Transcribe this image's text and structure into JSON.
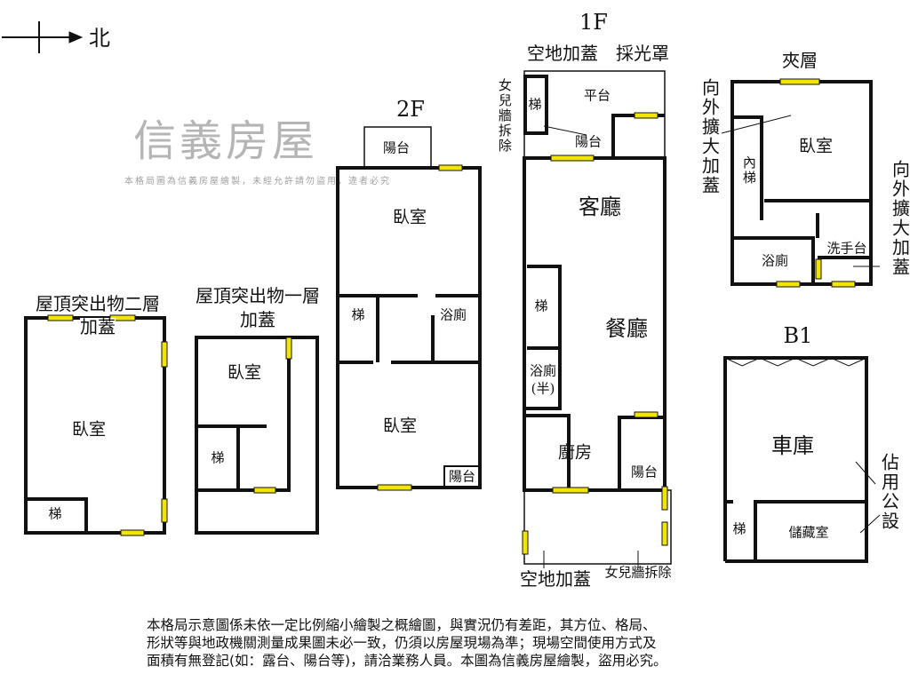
{
  "compass": {
    "label": "北"
  },
  "roof2": {
    "title": "屋頂突出物二層",
    "subtitle": "加蓋",
    "rooms": [
      "臥室",
      "梯"
    ]
  },
  "roof1": {
    "title": "屋頂突出物一層",
    "subtitle": "加蓋",
    "rooms": [
      "臥室",
      "梯"
    ]
  },
  "floor2": {
    "title": "2F",
    "rooms": [
      "陽台",
      "臥室",
      "梯",
      "浴廁",
      "臥室",
      "陽台"
    ]
  },
  "floor1": {
    "title": "1F",
    "top_labels": [
      "空地加蓋",
      "採光罩"
    ],
    "parapet_left": "女兒牆拆除",
    "rooms": [
      "梯",
      "平台",
      "陽台",
      "客廳",
      "梯",
      "餐廳",
      "浴廁(半)",
      "廚房",
      "陽台"
    ],
    "bottom_labels": [
      "空地加蓋",
      "女兒牆拆除"
    ]
  },
  "mezzanine": {
    "title": "夾層",
    "left_note": "向外擴大加蓋",
    "right_note": "向外擴大加蓋",
    "rooms": [
      "內梯",
      "臥室",
      "洗手台",
      "浴廁"
    ]
  },
  "b1": {
    "title": "B1",
    "side_note": "佔用公設",
    "rooms": [
      "車庫",
      "梯",
      "儲藏室"
    ]
  },
  "watermark": {
    "logo": "信義房屋",
    "text": "本格局圖為信義房屋繪製，未經允許請勿盜用，違者必究"
  },
  "disclaimer": [
    "本格局示意圖係未依一定比例縮小繪製之概繪圖，與實況仍有差距，其方位、格局、",
    "形狀等與地政機關測量成果圖未必一致，仍須以房屋現場為準；現場空間使用方式及",
    "面積有無登記(如：露台、陽台等)，請洽業務人員。本圖為信義房屋繪製，盜用必究。"
  ],
  "colors": {
    "wall": "#111111",
    "window": "#f2e600"
  }
}
